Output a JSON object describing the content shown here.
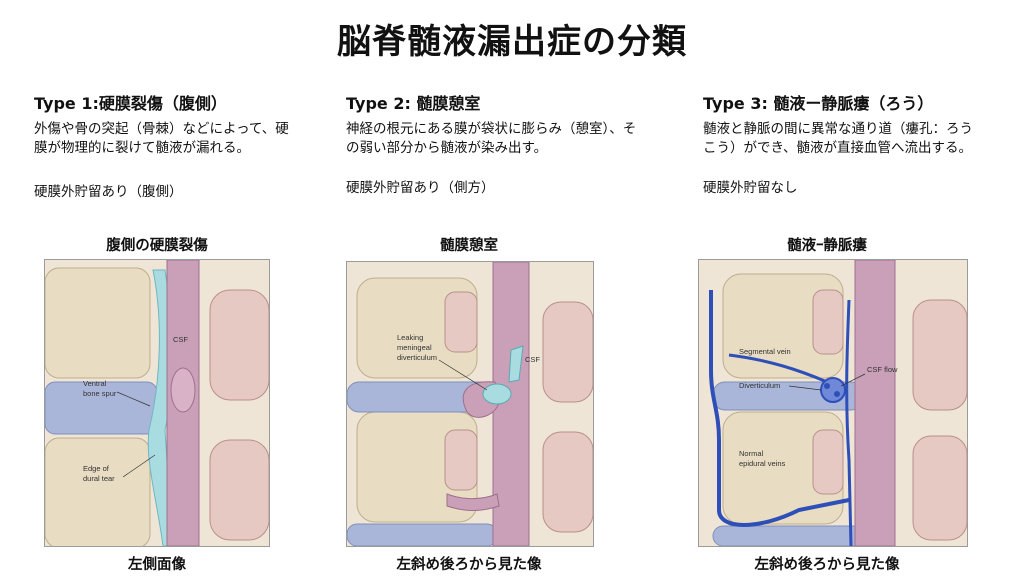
{
  "page": {
    "title": "脳脊髄液漏出症の分類"
  },
  "types": [
    {
      "title": "Type 1:硬膜裂傷（腹側）",
      "description": "外傷や骨の突起（骨棘）などによって、硬膜が物理的に裂けて髄液が漏れる。",
      "extradural": "硬膜外貯留あり（腹側）",
      "panel_caption": "腹側の硬膜裂傷",
      "view_caption": "左側面像",
      "labels": [
        "CSF",
        "Ventral",
        "bone spur",
        "Edge of",
        "dural tear"
      ]
    },
    {
      "title": "Type 2: 髄膜憩室",
      "description": "神経の根元にある膜が袋状に膨らみ（憩室）、その弱い部分から髄液が染み出す。",
      "extradural": "硬膜外貯留あり（側方）",
      "panel_caption": "髄膜憩室",
      "view_caption": "左斜め後ろから見た像",
      "labels": [
        "Leaking",
        "meningeal",
        "diverticulum",
        "CSF"
      ]
    },
    {
      "title": "Type 3: 髄液ー静脈瘻（ろう）",
      "description": "髄液と静脈の間に異常な通り道（瘻孔：ろうこう）ができ、髄液が直接血管へ流出する。",
      "extradural": "硬膜外貯留なし",
      "panel_caption": "髄液ｰ静脈瘻",
      "view_caption": "左斜め後ろから見た像",
      "labels": [
        "Segmental vein",
        "Diverticulum",
        "CSF flow",
        "Normal",
        "epidural veins"
      ]
    }
  ],
  "colors": {
    "bone": "#e8dcc3",
    "disc": "#a9b6d9",
    "cord": "#c9a0b8",
    "csf": "#a9dce0",
    "vein": "#2f4fb8",
    "bone_marrow": "#e7c9c4"
  }
}
